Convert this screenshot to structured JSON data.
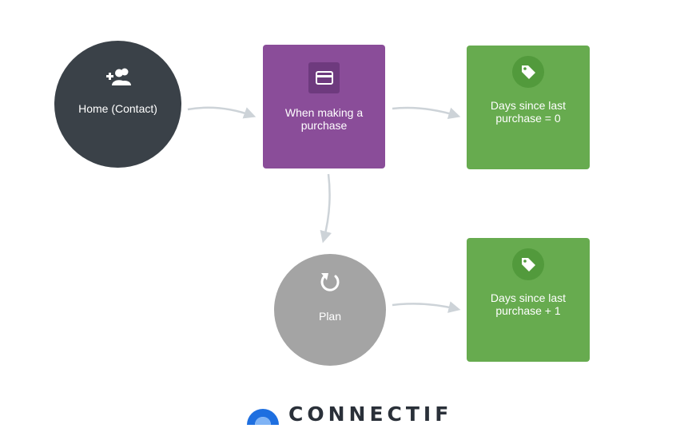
{
  "nodes": {
    "start": {
      "label": "Home (Contact)",
      "icon": "add-user-icon",
      "color": "#3a4148"
    },
    "trigger": {
      "label": "When making a purchase",
      "icon": "credit-card-icon",
      "color": "#8a4d99"
    },
    "action_1": {
      "label": "Days since last purchase  = 0",
      "icon": "tag-icon",
      "color": "#67ab4f"
    },
    "plan": {
      "label": "Plan",
      "icon": "refresh-icon",
      "color": "#a4a4a4"
    },
    "action_2": {
      "label": "Days since last purchase + 1",
      "icon": "tag-icon",
      "color": "#67ab4f"
    }
  },
  "connectors_color": "#cdd3d8",
  "logo": {
    "text": "CONNECTIF",
    "icon": "connectif-logo-icon",
    "colors": [
      "#1e6fe0",
      "#2a3039"
    ]
  }
}
